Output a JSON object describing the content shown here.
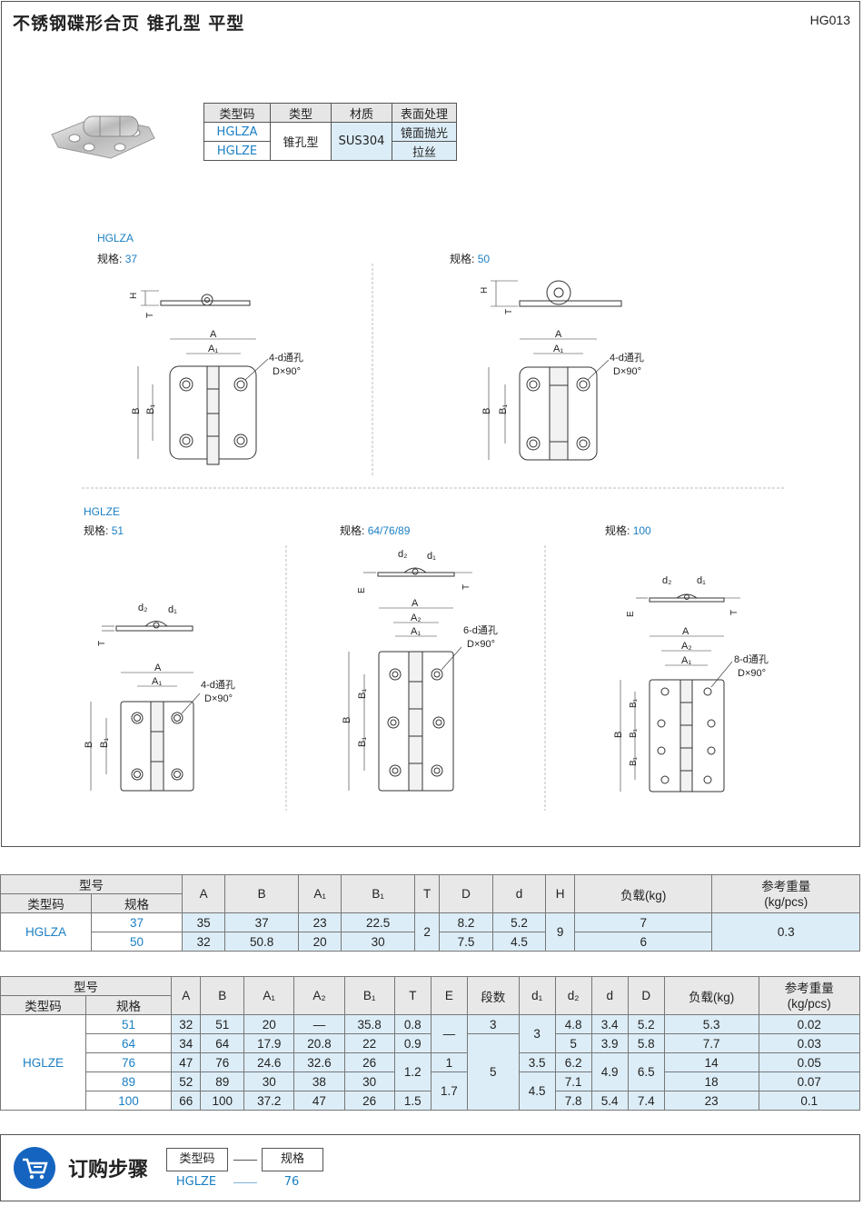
{
  "header": {
    "title": "不锈钢碟形合页  锥孔型  平型",
    "code": "HG013"
  },
  "type_table": {
    "headers": [
      "类型码",
      "类型",
      "材质",
      "表面处理"
    ],
    "codes": [
      "HGLZA",
      "HGLZE"
    ],
    "type": "锥孔型",
    "material": "SUS304",
    "finishes": [
      "镜面抛光",
      "拉丝"
    ]
  },
  "drawings": {
    "hglza": {
      "section": "HGLZA",
      "spec_prefix": "规格:",
      "spec_a": "37",
      "spec_b": "50"
    },
    "hglze": {
      "section": "HGLZE",
      "spec_prefix": "规格:",
      "spec_a": "51",
      "spec_b": "64/76/89",
      "spec_c": "100"
    },
    "hole_4": "4-d通孔",
    "hole_6": "6-d通孔",
    "hole_8": "8-d通孔",
    "countersink": "D×90°",
    "dims": {
      "A": "A",
      "A1": "A₁",
      "A2": "A₂",
      "B": "B",
      "B1": "B₁",
      "H": "H",
      "T": "T",
      "E": "E",
      "d1": "d₁",
      "d2": "d₂"
    }
  },
  "table1": {
    "group": "型号",
    "code_col": "类型码",
    "spec_col": "规格",
    "headers": [
      "A",
      "B",
      "A₁",
      "B₁",
      "T",
      "D",
      "d",
      "H",
      "负载(kg)",
      "参考重量\n(kg/pcs)"
    ],
    "code": "HGLZA",
    "rows": [
      {
        "spec": "37",
        "A": "35",
        "B": "37",
        "A1": "23",
        "B1": "22.5",
        "D": "8.2",
        "d": "5.2",
        "load": "7"
      },
      {
        "spec": "50",
        "A": "32",
        "B": "50.8",
        "A1": "20",
        "B1": "30",
        "D": "7.5",
        "d": "4.5",
        "load": "6"
      }
    ],
    "T": "2",
    "H": "9",
    "weight": "0.3"
  },
  "table2": {
    "group": "型号",
    "code_col": "类型码",
    "spec_col": "规格",
    "headers": [
      "A",
      "B",
      "A₁",
      "A₂",
      "B₁",
      "T",
      "E",
      "段数",
      "d₁",
      "d₂",
      "d",
      "D",
      "负载(kg)",
      "参考重量\n(kg/pcs)"
    ],
    "code": "HGLZE",
    "rows": [
      {
        "spec": "51",
        "A": "32",
        "B": "51",
        "A1": "20",
        "A2": "—",
        "B1": "35.8",
        "d2": "4.8",
        "load": "5.3",
        "weight": "0.02"
      },
      {
        "spec": "64",
        "A": "34",
        "B": "64",
        "A1": "17.9",
        "A2": "20.8",
        "B1": "22",
        "d2": "5",
        "load": "7.7",
        "weight": "0.03"
      },
      {
        "spec": "76",
        "A": "47",
        "B": "76",
        "A1": "24.6",
        "A2": "32.6",
        "B1": "26",
        "d2": "6.2",
        "load": "14",
        "weight": "0.05"
      },
      {
        "spec": "89",
        "A": "52",
        "B": "89",
        "A1": "30",
        "A2": "38",
        "B1": "30",
        "d2": "7.1",
        "load": "18",
        "weight": "0.07"
      },
      {
        "spec": "100",
        "A": "66",
        "B": "100",
        "A1": "37.2",
        "A2": "47",
        "B1": "26",
        "d2": "7.8",
        "load": "23",
        "weight": "0.1"
      }
    ],
    "T": [
      "0.8",
      "0.9",
      "1.2",
      "1.5"
    ],
    "E": [
      "—",
      "1",
      "1.7"
    ],
    "segs": [
      "3",
      "5"
    ],
    "d1": [
      "3",
      "3.5",
      "4.5"
    ],
    "d": [
      "3.4",
      "3.9",
      "4.9",
      "5.4"
    ],
    "D": [
      "5.2",
      "5.8",
      "6.5",
      "7.4"
    ]
  },
  "order": {
    "title": "订购步骤",
    "box1": "类型码",
    "box2": "规格",
    "val1": "HGLZE",
    "val2": "76"
  }
}
